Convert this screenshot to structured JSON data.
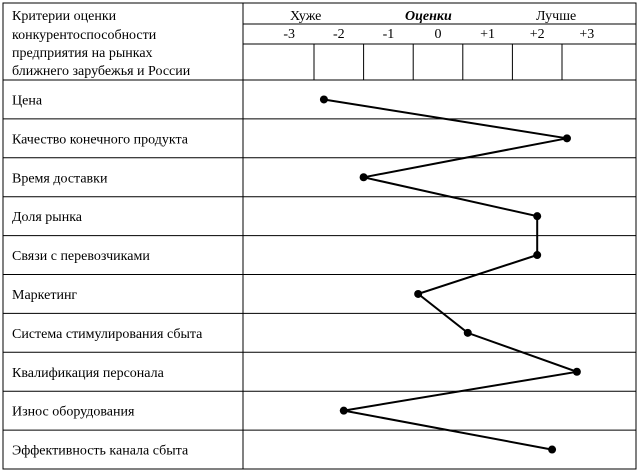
{
  "header": {
    "criteria_lines": [
      "Критерии оценки",
      "конкурентоспособности",
      "предприятия на рынках",
      "ближнего зарубежья и России"
    ],
    "worse": "Хуже",
    "scores": "Оценки",
    "better": "Лучше"
  },
  "chart_data": {
    "type": "line",
    "title": "",
    "xlabel": "Оценки",
    "ylabel": "Критерии оценки конкурентоспособности предприятия на рынках ближнего зарубежья и России",
    "xlim": [
      -3,
      3
    ],
    "x_ticks": [
      "-3",
      "-2",
      "-1",
      "0",
      "+1",
      "+2",
      "+3"
    ],
    "categories": [
      "Цена",
      "Качество конечного продукта",
      "Время доставки",
      "Доля рынка",
      "Связи с перевозчиками",
      "Маркетинг",
      "Система стимулирования сбыта",
      "Квалификация персонала",
      "Износ оборудования",
      "Эффективность канала сбыта"
    ],
    "values": [
      -2.3,
      2.6,
      -1.5,
      2.0,
      2.0,
      -0.4,
      0.6,
      2.8,
      -1.9,
      2.3
    ]
  }
}
